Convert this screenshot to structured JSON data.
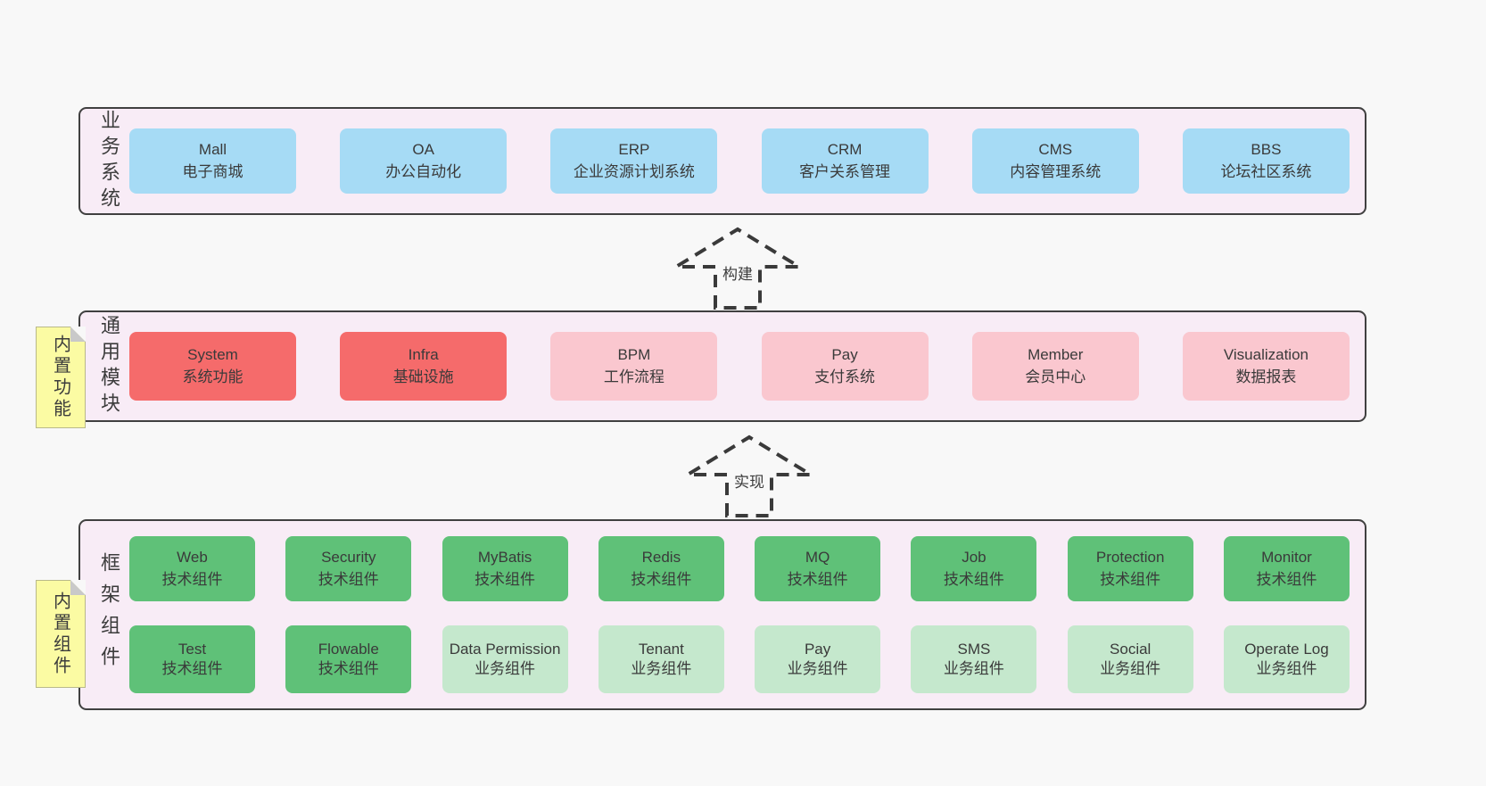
{
  "page": {
    "background": "#f8f8f8"
  },
  "diagram": {
    "layers": {
      "business": {
        "label": "业务系统",
        "boxes": [
          {
            "title": "Mall",
            "subtitle": "电子商城"
          },
          {
            "title": "OA",
            "subtitle": "办公自动化"
          },
          {
            "title": "ERP",
            "subtitle": "企业资源计划系统"
          },
          {
            "title": "CRM",
            "subtitle": "客户关系管理"
          },
          {
            "title": "CMS",
            "subtitle": "内容管理系统"
          },
          {
            "title": "BBS",
            "subtitle": "论坛社区系统"
          }
        ]
      },
      "modules": {
        "label": "通用模块",
        "sticky": "内置功能",
        "boxes": [
          {
            "title": "System",
            "subtitle": "系统功能"
          },
          {
            "title": "Infra",
            "subtitle": "基础设施"
          },
          {
            "title": "BPM",
            "subtitle": "工作流程"
          },
          {
            "title": "Pay",
            "subtitle": "支付系统"
          },
          {
            "title": "Member",
            "subtitle": "会员中心"
          },
          {
            "title": "Visualization",
            "subtitle": "数据报表"
          }
        ]
      },
      "components": {
        "label": "框架组件",
        "sticky": "内置组件",
        "row1": [
          {
            "title": "Web",
            "subtitle": "技术组件"
          },
          {
            "title": "Security",
            "subtitle": "技术组件"
          },
          {
            "title": "MyBatis",
            "subtitle": "技术组件"
          },
          {
            "title": "Redis",
            "subtitle": "技术组件"
          },
          {
            "title": "MQ",
            "subtitle": "技术组件"
          },
          {
            "title": "Job",
            "subtitle": "技术组件"
          },
          {
            "title": "Protection",
            "subtitle": "技术组件"
          },
          {
            "title": "Monitor",
            "subtitle": "技术组件"
          }
        ],
        "row2": [
          {
            "title": "Test",
            "subtitle": "技术组件"
          },
          {
            "title": "Flowable",
            "subtitle": "技术组件"
          },
          {
            "title": "Data Permission",
            "subtitle": "业务组件"
          },
          {
            "title": "Tenant",
            "subtitle": "业务组件"
          },
          {
            "title": "Pay",
            "subtitle": "业务组件"
          },
          {
            "title": "SMS",
            "subtitle": "业务组件"
          },
          {
            "title": "Social",
            "subtitle": "业务组件"
          },
          {
            "title": "Operate Log",
            "subtitle": "业务组件"
          }
        ]
      }
    },
    "arrows": {
      "build": "构建",
      "implement": "实现"
    },
    "colors": {
      "layer_background": "#f8ecf6",
      "business_box": "#a6dbf5",
      "module_core_box": "#f56b6b",
      "module_box": "#fac7cf",
      "tech_component_box": "#5fc178",
      "biz_component_box": "#c5e8cd",
      "sticky_note": "#fbfba3",
      "border": "#404040",
      "text": "#3a3a3a"
    }
  }
}
